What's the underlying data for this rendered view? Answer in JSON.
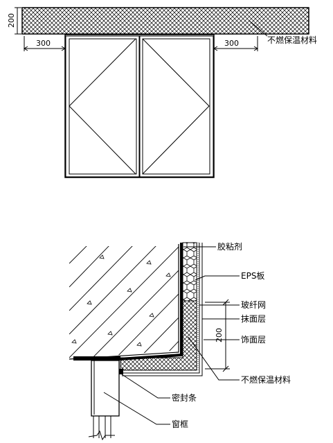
{
  "elevation": {
    "dim_height": "200",
    "dim_left_overlap": "300",
    "dim_right_overlap": "300",
    "insulation_label": "不燃保温材料"
  },
  "section": {
    "labels": {
      "adhesive": "胶粘剂",
      "eps_board": "EPS板",
      "fiberglass_mesh": "玻纤网",
      "plaster_layer": "抹面层",
      "finish_layer": "饰面层",
      "insulation": "不燃保温材料",
      "sealing_strip": "密封条",
      "window_frame": "窗框"
    },
    "dim_height": "200"
  },
  "colors": {
    "line": "#000000",
    "background": "#ffffff"
  }
}
